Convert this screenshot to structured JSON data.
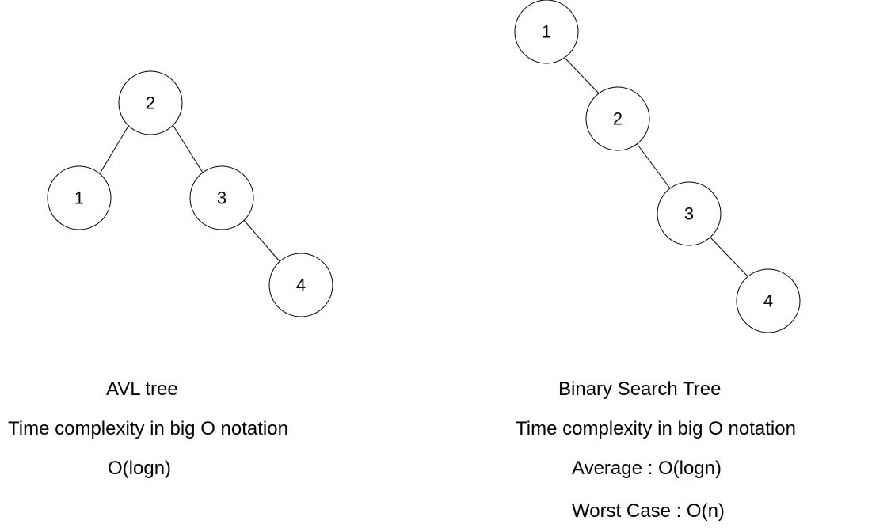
{
  "avl": {
    "nodes": [
      "2",
      "1",
      "3",
      "4"
    ],
    "title": "AVL tree",
    "subtitle": "Time complexity in big O notation",
    "complexity": "O(logn)"
  },
  "bst": {
    "nodes": [
      "1",
      "2",
      "3",
      "4"
    ],
    "title": "Binary Search Tree",
    "subtitle": "Time complexity in big O notation",
    "average": "Average : O(logn)",
    "worst": "Worst Case : O(n)"
  }
}
